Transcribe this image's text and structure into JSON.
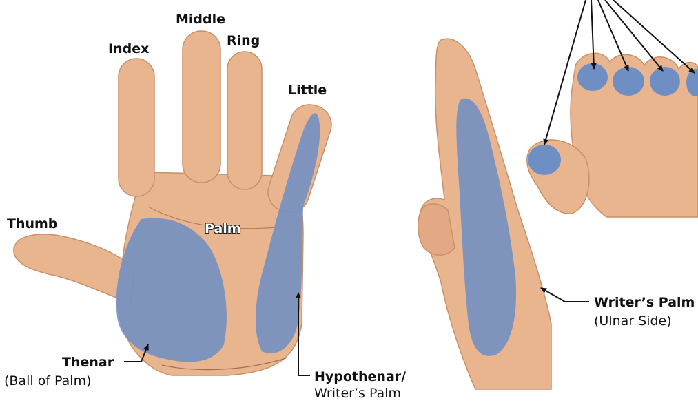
{
  "labels": {
    "middle": "Middle",
    "index": "Index",
    "ring": "Ring",
    "little": "Little",
    "thumb": "Thumb",
    "palm": "Palm",
    "thenar": "Thenar",
    "thenar_sub": "(Ball of Palm)",
    "hypothenar": "Hypothenar/",
    "hypothenar_sub": "Writer’s Palm",
    "writers_palm": "Writer’s Palm",
    "writers_palm_sub": "(Ulnar Side)"
  },
  "colors": {
    "skin": "#e8b58f",
    "skin_shadow": "#c98f67",
    "highlight": "#6f8fc4",
    "leader": "#111111"
  }
}
